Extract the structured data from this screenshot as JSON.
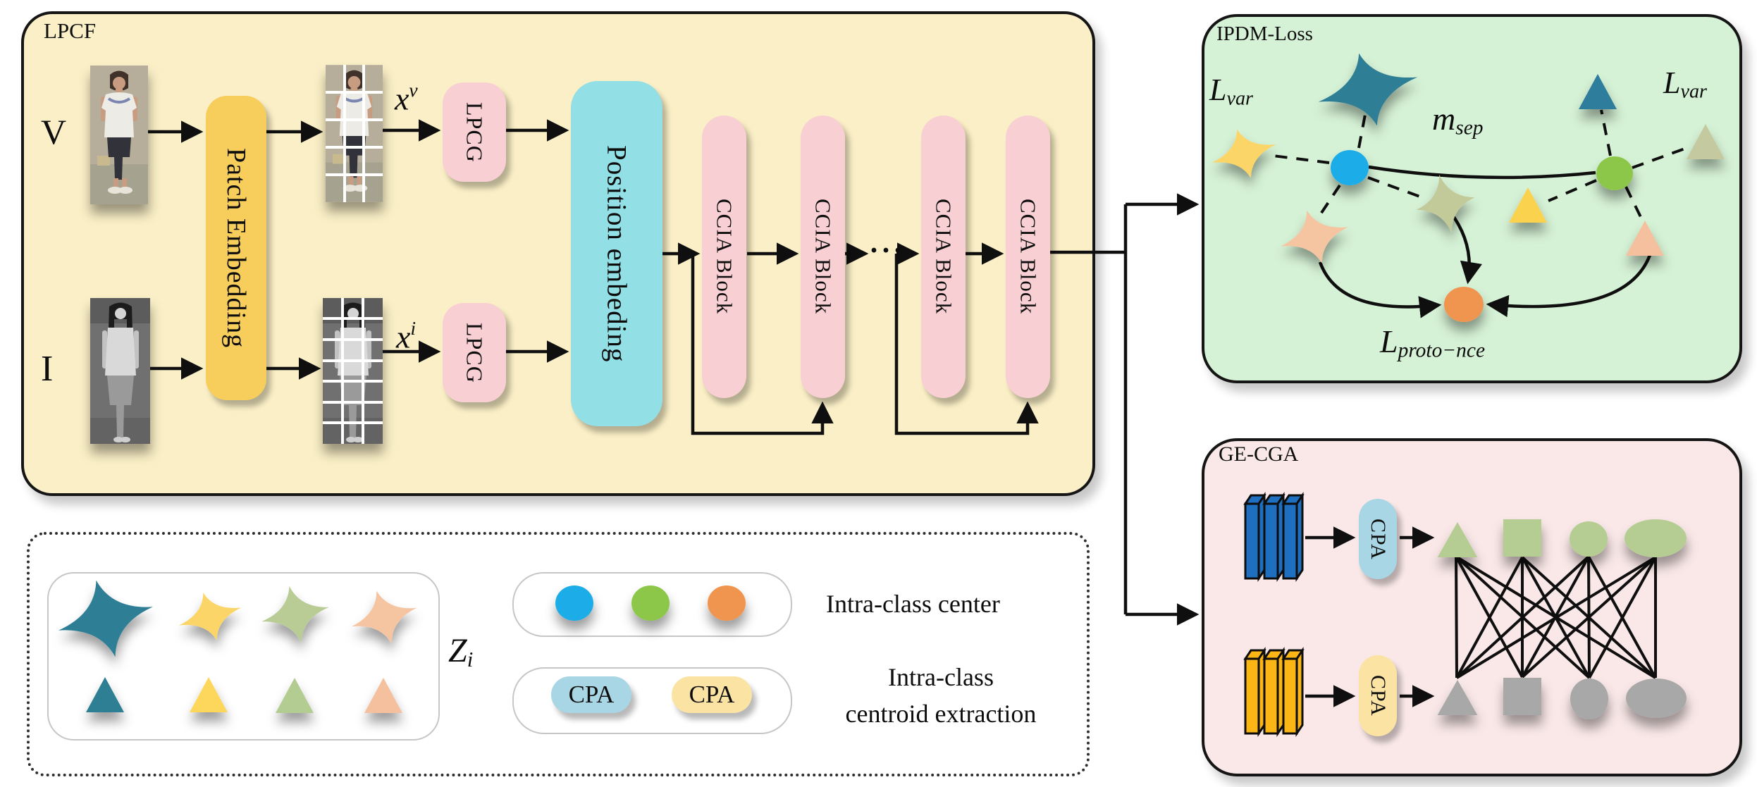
{
  "lpcf": {
    "title": "LPCF",
    "v_label": "V",
    "i_label": "I",
    "patch_embedding": "Patch Embedding",
    "x_v": {
      "base": "x",
      "sup": "v"
    },
    "x_i": {
      "base": "x",
      "sup": "i"
    },
    "lpcg": "LPCG",
    "position_embedding": "Position embeding",
    "ccia_block": "CCIA Block",
    "dots": "···"
  },
  "ipdm": {
    "title": "IPDM-Loss",
    "l_var": {
      "base": "L",
      "sub": "var"
    },
    "m_sep": {
      "base": "m",
      "sub": "sep"
    },
    "l_proto": {
      "base": "L",
      "sub": "proto−nce"
    }
  },
  "gecga": {
    "title": "GE-CGA",
    "cpa": "CPA"
  },
  "legend": {
    "z": {
      "base": "Z",
      "sub": "i"
    },
    "center_label": "Intra-class center",
    "centroid_line1": "Intra-class",
    "centroid_line2": "centroid extraction",
    "cpa": "CPA"
  },
  "colors": {
    "lpcf_bg": "#FAEFC6",
    "ipdm_bg": "#D6F2D6",
    "gecga_bg": "#FAE8E8",
    "patch_embedding": "#F7CE5B",
    "pill_pink": "#F8CFD3",
    "position_embedding": "#92DFE6",
    "cpa_blue": "#A9D6E5",
    "cpa_yellow": "#FBE3A3",
    "class_teal": "#2F7F95",
    "class_yellow": "#FBD567",
    "class_green": "#B9CC96",
    "class_peach": "#F5C5A2",
    "center_blue": "#1FADE8",
    "center_green": "#8CC749",
    "center_orange": "#F0954F",
    "slab_blue": "#1E6FBF",
    "slab_yellow": "#FBB515",
    "shape_green": "#B5CD92",
    "shape_gray": "#A8A8A8"
  }
}
